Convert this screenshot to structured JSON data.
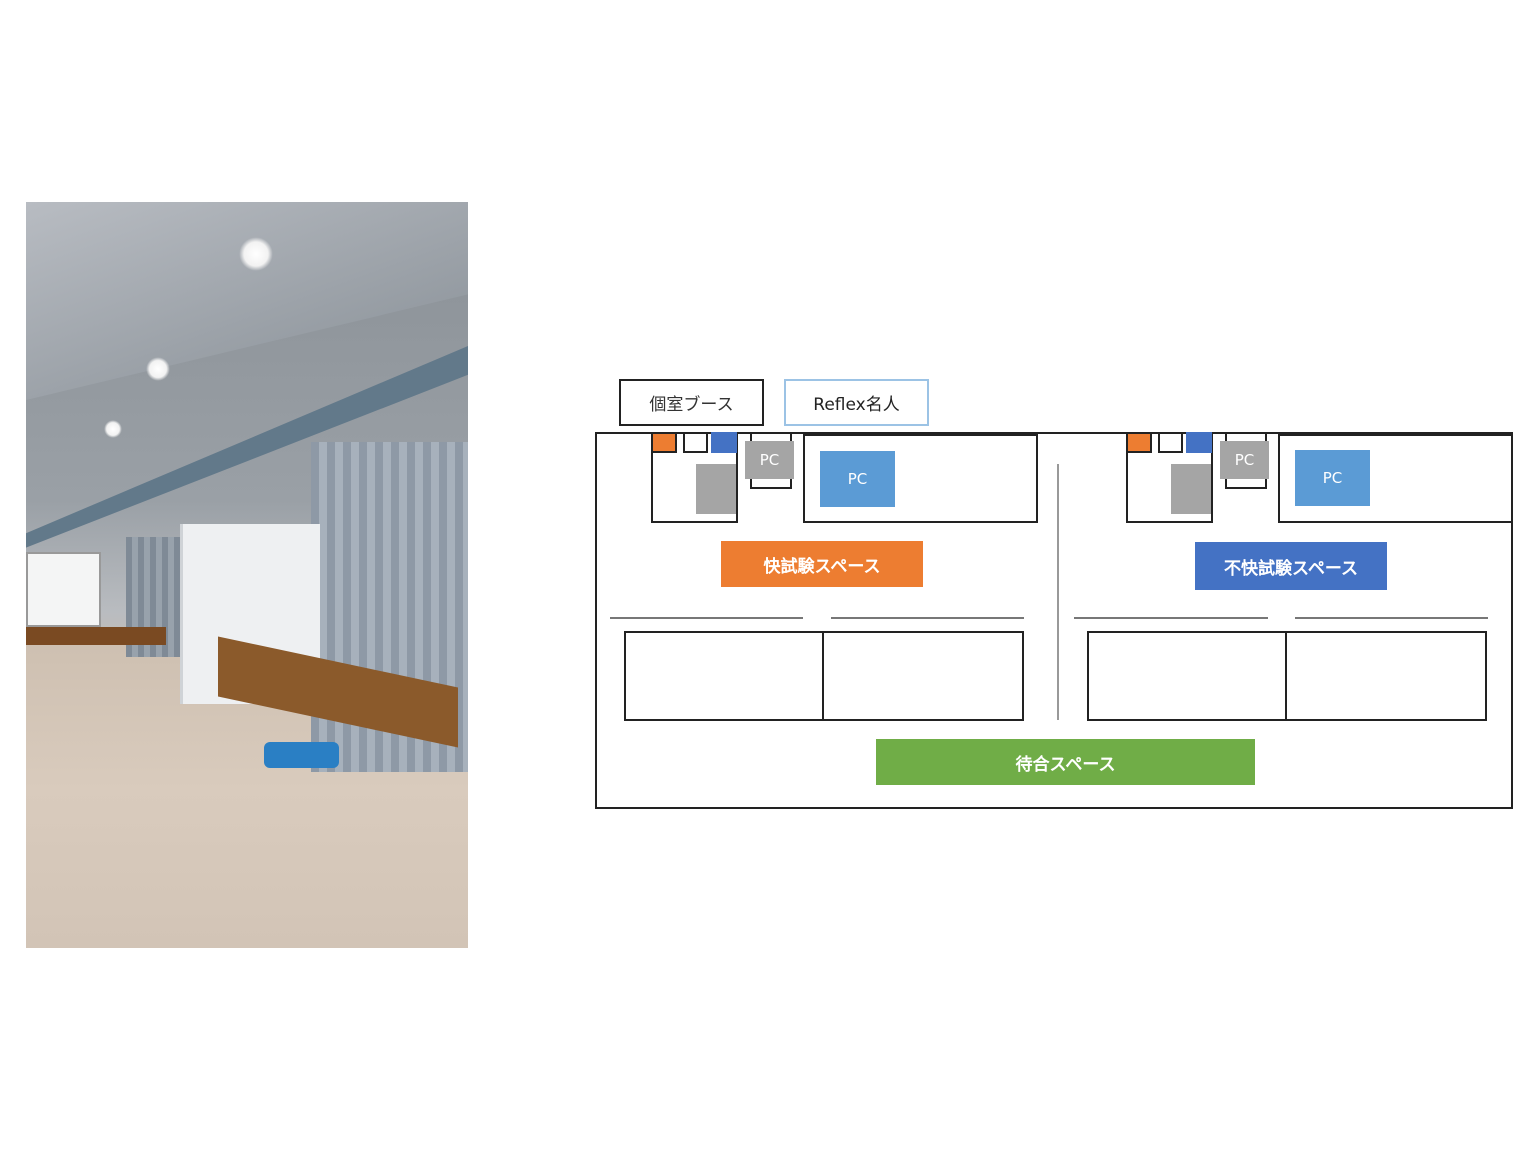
{
  "legend": {
    "booth": "個室ブース",
    "reflex": "Reflex名人"
  },
  "units": [
    {
      "pc_small": "PC",
      "pc_large": "PC",
      "area_label": "快試験スペース",
      "color": "#ED7D31"
    },
    {
      "pc_small": "PC",
      "pc_large": "PC",
      "area_label": "不快試験スペース",
      "color": "#4472C4"
    }
  ],
  "waiting_label": "待合スペース",
  "colors": {
    "orange": "#ED7D31",
    "blue": "#4472C4",
    "pc_blue": "#5B9BD5",
    "gray": "#A5A5A5",
    "green": "#70AD47"
  }
}
